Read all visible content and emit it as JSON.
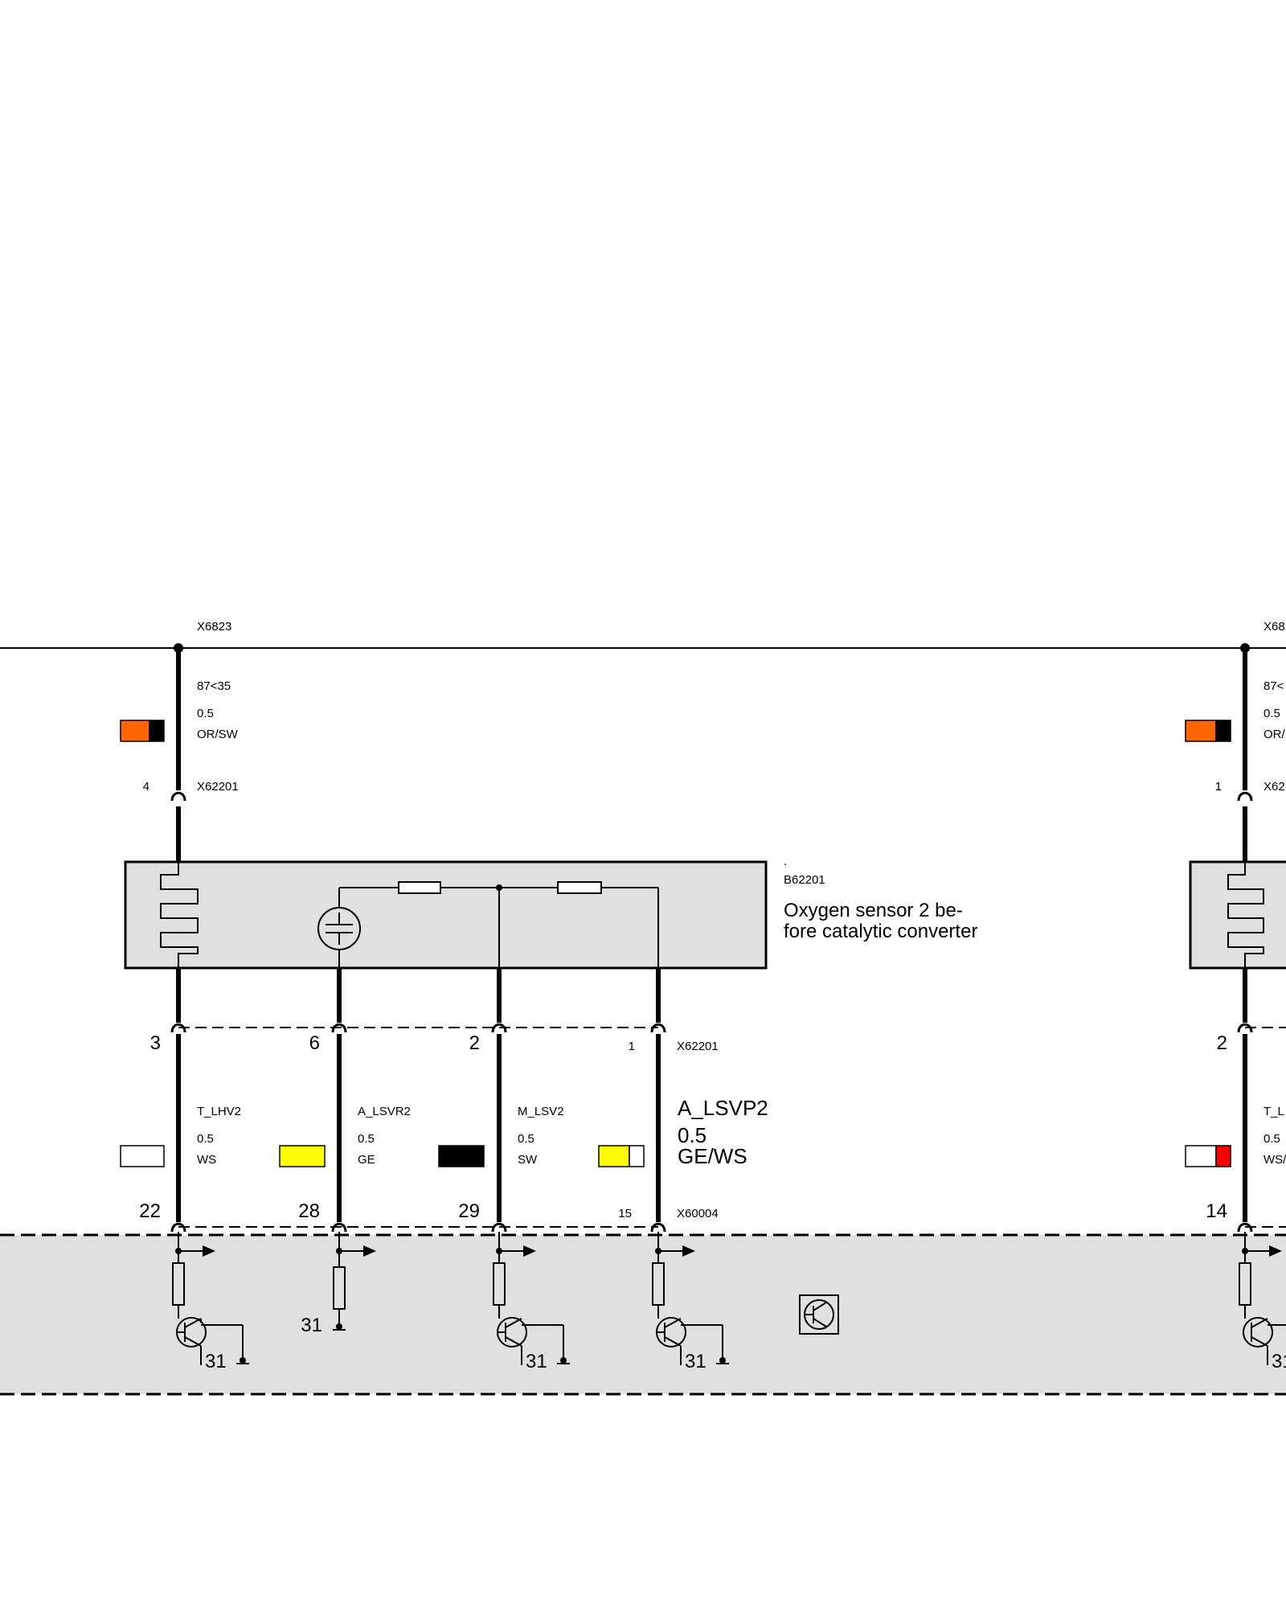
{
  "top_bus": {
    "left": {
      "connector": "X6823",
      "signal": "87<35",
      "size": "0.5",
      "color": "OR/SW",
      "pin": "4",
      "plug": "X62201"
    },
    "right": {
      "connector": "X68",
      "signal": "87<",
      "size": "0.5",
      "color": "OR/",
      "pin": "1",
      "plug": "X62"
    }
  },
  "sensor": {
    "dot": ".",
    "id": "B62201",
    "name_line1": "Oxygen sensor 2 be-",
    "name_line2": "fore catalytic converter"
  },
  "bottom_plug": "X62201",
  "ecu_plug": "X60004",
  "wires": [
    {
      "pin_top": "3",
      "signal": "T_LHV2",
      "size": "0.5",
      "color": "WS",
      "pin_bottom": "22",
      "ground": "31"
    },
    {
      "pin_top": "6",
      "signal": "A_LSVR2",
      "size": "0.5",
      "color": "GE",
      "pin_bottom": "28",
      "ground": "31"
    },
    {
      "pin_top": "2",
      "signal": "M_LSV2",
      "size": "0.5",
      "color": "SW",
      "pin_bottom": "29",
      "ground": "31"
    },
    {
      "pin_top": "1",
      "signal": "A_LSVP2",
      "size": "0.5",
      "color": "GE/WS",
      "pin_bottom": "15",
      "ground": "31"
    }
  ],
  "right_partial": {
    "pin_top": "2",
    "signal": "T_L",
    "size": "0.5",
    "color": "WS/",
    "pin_bottom": "14",
    "ground": "31"
  },
  "swatch_colors": {
    "orange": "#ff6600",
    "black": "#000000",
    "white": "#ffffff",
    "yellow": "#ffff00",
    "red": "#ff0000",
    "component_fill": "#e0e0e0"
  }
}
